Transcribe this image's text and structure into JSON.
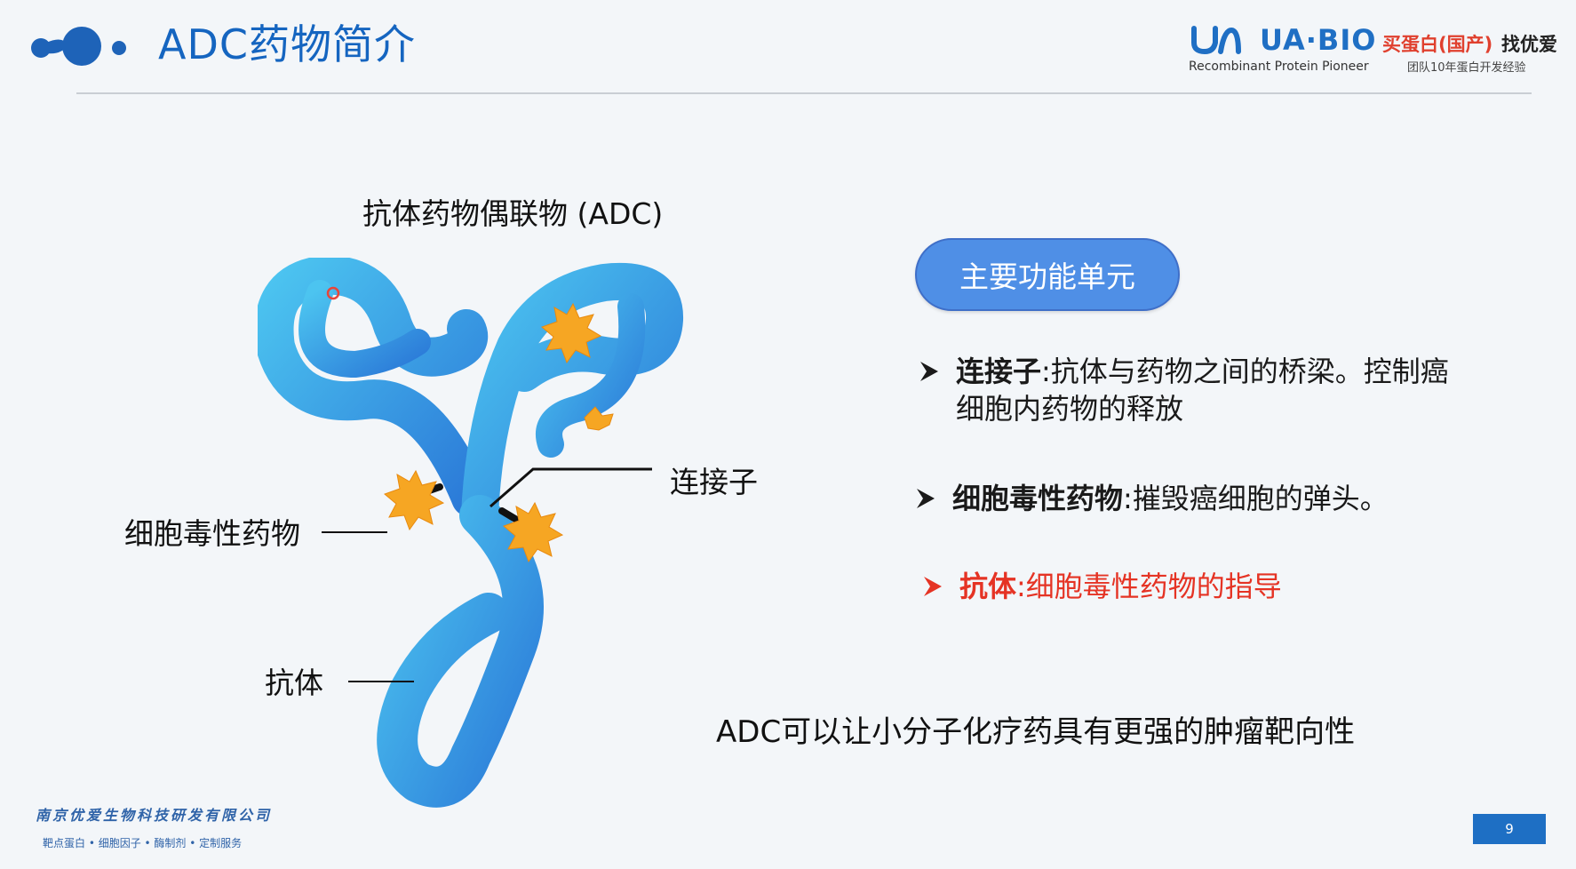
{
  "header": {
    "title": "ADC药物简介",
    "brand_name": "UA·BIO",
    "brand_tagline": "Recombinant Protein Pioneer",
    "brand_cn_red": "买蛋白(国产)",
    "brand_cn_black": "找优爱",
    "brand_sub": "团队10年蛋白开发经验"
  },
  "figure": {
    "title": "抗体药物偶联物 (ADC)",
    "label_linker": "连接子",
    "label_drug": "细胞毒性药物",
    "label_antibody": "抗体"
  },
  "panel": {
    "pill": "主要功能单元",
    "bullets": [
      {
        "term": "连接子",
        "text": ":抗体与药物之间的桥梁。控制癌细胞内药物的释放"
      },
      {
        "term": "细胞毒性药物",
        "text": ":摧毁癌细胞的弹头。"
      },
      {
        "term": "抗体",
        "text": ":细胞毒性药物的指导"
      }
    ]
  },
  "summary": "ADC可以让小分子化疗药具有更强的肿瘤靶向性",
  "footer": {
    "company": "南京优爱生物科技研发有限公司",
    "services": "靶点蛋白 • 细胞因子 • 酶制剂 • 定制服务",
    "page": "9"
  },
  "colors": {
    "accent": "#1565c0",
    "antibody_blue": "#2f8fe0",
    "drug_orange": "#f6a623",
    "highlight_red": "#e53324",
    "pill_blue": "#4f8fe6"
  }
}
